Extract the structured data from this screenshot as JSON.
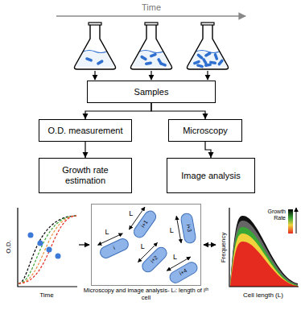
{
  "diagram": {
    "nodes": [
      {
        "text": [
          "Samples"
        ]
      },
      {
        "text": [
          "O.D. measurement"
        ]
      },
      {
        "text": [
          "Microscopy"
        ]
      },
      {
        "text": [
          "Growth rate estimation"
        ]
      },
      {
        "text": [
          "Image analysis"
        ]
      },
      {
        "text": [
          "Microscopy and image analysis- Lᵢ: length of iᵗʰ cell"
        ]
      },
      {
        "text": [
          "i"
        ],
        "in": 5
      },
      {
        "text": [
          "i+1"
        ],
        "in": 5
      },
      {
        "text": [
          "i+2"
        ],
        "in": 5
      },
      {
        "text": [
          "i+3"
        ],
        "in": 5
      },
      {
        "text": [
          "i+4"
        ],
        "in": 5
      }
    ],
    "edges": [
      {
        "from": 0,
        "to": 1,
        "arrow": "to"
      },
      {
        "from": 0,
        "to": 2,
        "arrow": "to"
      },
      {
        "from": 1,
        "to": 3,
        "arrow": "to"
      },
      {
        "from": 2,
        "to": 4,
        "arrow": "to"
      }
    ],
    "labels": [
      "Time",
      "O.D.",
      "Time",
      "L",
      "L",
      "L",
      "L",
      "L",
      "Frequency",
      "Cell length (L)",
      "Growth Rate"
    ]
  }
}
